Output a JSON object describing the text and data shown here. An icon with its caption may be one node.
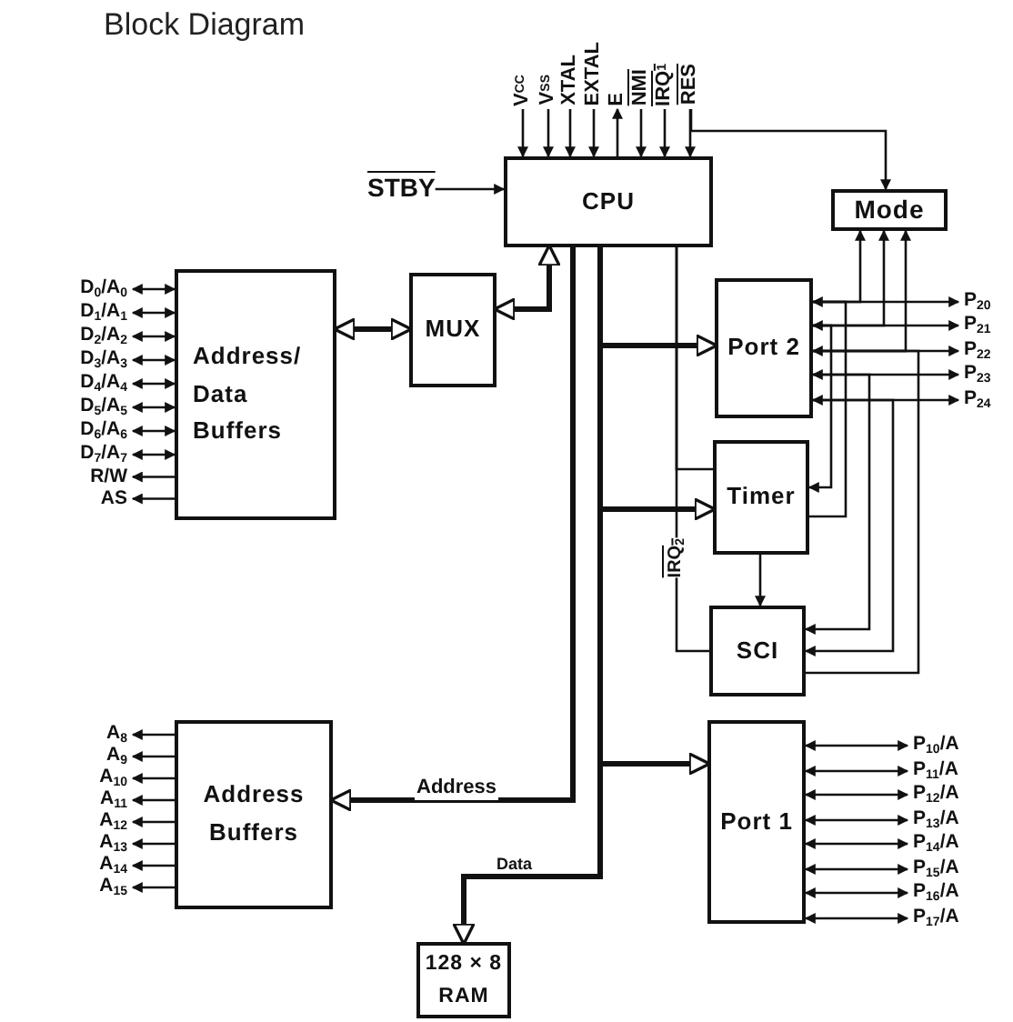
{
  "diagram": {
    "title": "Block Diagram",
    "nodes": [
      {
        "text": [
          "V$_{CC}$"
        ]
      },
      {
        "text": [
          "V$_{SS}$"
        ]
      },
      {
        "text": [
          "XTAL"
        ]
      },
      {
        "text": [
          "EXTAL"
        ]
      },
      {
        "text": [
          "E"
        ]
      },
      {
        "text": [
          "NMI"
        ]
      },
      {
        "text": [
          "IRQ$_{1}$"
        ]
      },
      {
        "text": [
          "RES"
        ]
      },
      {
        "text": [
          "STBY"
        ]
      },
      {
        "text": [
          "CPU"
        ]
      },
      {
        "text": [
          "Mode"
        ]
      },
      {
        "text": [
          "D$_{0}$/A$_{0}$"
        ]
      },
      {
        "text": [
          "D$_{1}$/A$_{1}$"
        ]
      },
      {
        "text": [
          "D$_{2}$/A$_{2}$"
        ]
      },
      {
        "text": [
          "D$_{3}$/A$_{3}$"
        ]
      },
      {
        "text": [
          "D$_{4}$/A$_{4}$"
        ]
      },
      {
        "text": [
          "D$_{5}$/A$_{5}$"
        ]
      },
      {
        "text": [
          "D$_{6}$/A$_{6}$"
        ]
      },
      {
        "text": [
          "D$_{7}$/A$_{7}$"
        ]
      },
      {
        "text": [
          "R/W"
        ]
      },
      {
        "text": [
          "AS"
        ]
      },
      {
        "text": [
          "Address/ Data Buffers"
        ]
      },
      {
        "text": [
          "MUX"
        ]
      },
      {
        "text": [
          "Port 2"
        ]
      },
      {
        "text": [
          "P$_{20}$"
        ]
      },
      {
        "text": [
          "P$_{21}$"
        ]
      },
      {
        "text": [
          "P$_{22}$"
        ]
      },
      {
        "text": [
          "P$_{23}$"
        ]
      },
      {
        "text": [
          "P$_{24}$"
        ]
      },
      {
        "text": [
          "Timer"
        ]
      },
      {
        "text": [
          "SCI"
        ]
      },
      {
        "text": [
          "A$_{8}$"
        ]
      },
      {
        "text": [
          "A$_{9}$"
        ]
      },
      {
        "text": [
          "A$_{10}$"
        ]
      },
      {
        "text": [
          "A$_{11}$"
        ]
      },
      {
        "text": [
          "A$_{12}$"
        ]
      },
      {
        "text": [
          "A$_{13}$"
        ]
      },
      {
        "text": [
          "A$_{14}$"
        ]
      },
      {
        "text": [
          "A$_{15}$"
        ]
      },
      {
        "text": [
          "Address Buffers"
        ]
      },
      {
        "text": [
          "Port 1"
        ]
      },
      {
        "text": [
          "P$_{10}$/A"
        ]
      },
      {
        "text": [
          "P$_{11}$/A"
        ]
      },
      {
        "text": [
          "P$_{12}$/A"
        ]
      },
      {
        "text": [
          "P$_{13}$/A"
        ]
      },
      {
        "text": [
          "P$_{14}$/A"
        ]
      },
      {
        "text": [
          "P$_{15}$/A"
        ]
      },
      {
        "text": [
          "P$_{16}$/A"
        ]
      },
      {
        "text": [
          "P$_{17}$/A"
        ]
      },
      {
        "text": [
          "128 × 8 RAM"
        ]
      }
    ],
    "edges": [
      {
        "from": 0,
        "to": 9,
        "arrow": "to"
      },
      {
        "from": 1,
        "to": 9,
        "arrow": "to"
      },
      {
        "from": 2,
        "to": 9,
        "arrow": "to"
      },
      {
        "from": 3,
        "to": 9,
        "arrow": "to"
      },
      {
        "from": 9,
        "to": 4,
        "arrow": "to"
      },
      {
        "from": 5,
        "to": 9,
        "arrow": "to"
      },
      {
        "from": 6,
        "to": 9,
        "arrow": "to"
      },
      {
        "from": 7,
        "to": 9,
        "arrow": "to"
      },
      {
        "from": 7,
        "to": 10,
        "arrow": "to"
      },
      {
        "from": 8,
        "to": 9,
        "arrow": "to"
      },
      {
        "from": 21,
        "to": 11,
        "arrow": "both"
      },
      {
        "from": 21,
        "to": 12,
        "arrow": "both"
      },
      {
        "from": 21,
        "to": 13,
        "arrow": "both"
      },
      {
        "from": 21,
        "to": 14,
        "arrow": "both"
      },
      {
        "from": 21,
        "to": 15,
        "arrow": "both"
      },
      {
        "from": 21,
        "to": 16,
        "arrow": "both"
      },
      {
        "from": 21,
        "to": 17,
        "arrow": "both"
      },
      {
        "from": 21,
        "to": 18,
        "arrow": "both"
      },
      {
        "from": 21,
        "to": 19,
        "arrow": "to"
      },
      {
        "from": 21,
        "to": 20,
        "arrow": "to"
      },
      {
        "from": 21,
        "to": 22,
        "arrow": "both",
        "style": "thick"
      },
      {
        "from": 22,
        "to": 9,
        "arrow": "both",
        "style": "thick"
      },
      {
        "from": 9,
        "to": 23,
        "arrow": "to",
        "style": "thick"
      },
      {
        "from": 9,
        "to": 29,
        "arrow": "to",
        "style": "thick"
      },
      {
        "from": 9,
        "to": 40,
        "arrow": "to",
        "style": "thick"
      },
      {
        "from": 9,
        "to": 39,
        "arrow": "to",
        "style": "thick",
        "label": "Address"
      },
      {
        "from": 9,
        "to": 49,
        "arrow": "to",
        "style": "thick",
        "label": "Data"
      },
      {
        "from": 29,
        "to": 30,
        "arrow": "to"
      },
      {
        "from": 30,
        "to": 9,
        "arrow": "none",
        "label": "IRQ$_{2}$"
      },
      {
        "from": 29,
        "to": 9,
        "arrow": "none"
      },
      {
        "from": 23,
        "to": 24,
        "arrow": "both"
      },
      {
        "from": 23,
        "to": 25,
        "arrow": "both"
      },
      {
        "from": 23,
        "to": 26,
        "arrow": "both"
      },
      {
        "from": 23,
        "to": 27,
        "arrow": "both"
      },
      {
        "from": 23,
        "to": 28,
        "arrow": "both"
      },
      {
        "from": 23,
        "to": 10,
        "arrow": "to"
      },
      {
        "from": 23,
        "to": 10,
        "arrow": "to"
      },
      {
        "from": 23,
        "to": 10,
        "arrow": "to"
      },
      {
        "from": 23,
        "to": 29,
        "arrow": "to"
      },
      {
        "from": 29,
        "to": 23,
        "arrow": "none"
      },
      {
        "from": 23,
        "to": 30,
        "arrow": "to"
      },
      {
        "from": 23,
        "to": 30,
        "arrow": "to"
      },
      {
        "from": 30,
        "to": 23,
        "arrow": "none"
      },
      {
        "from": 39,
        "to": 31,
        "arrow": "to"
      },
      {
        "from": 39,
        "to": 32,
        "arrow": "to"
      },
      {
        "from": 39,
        "to": 33,
        "arrow": "to"
      },
      {
        "from": 39,
        "to": 34,
        "arrow": "to"
      },
      {
        "from": 39,
        "to": 35,
        "arrow": "to"
      },
      {
        "from": 39,
        "to": 36,
        "arrow": "to"
      },
      {
        "from": 39,
        "to": 37,
        "arrow": "to"
      },
      {
        "from": 39,
        "to": 38,
        "arrow": "to"
      },
      {
        "from": 40,
        "to": 41,
        "arrow": "both"
      },
      {
        "from": 40,
        "to": 42,
        "arrow": "both"
      },
      {
        "from": 40,
        "to": 43,
        "arrow": "both"
      },
      {
        "from": 40,
        "to": 44,
        "arrow": "both"
      },
      {
        "from": 40,
        "to": 45,
        "arrow": "both"
      },
      {
        "from": 40,
        "to": 46,
        "arrow": "both"
      },
      {
        "from": 40,
        "to": 47,
        "arrow": "both"
      },
      {
        "from": 40,
        "to": 48,
        "arrow": "both"
      }
    ]
  }
}
